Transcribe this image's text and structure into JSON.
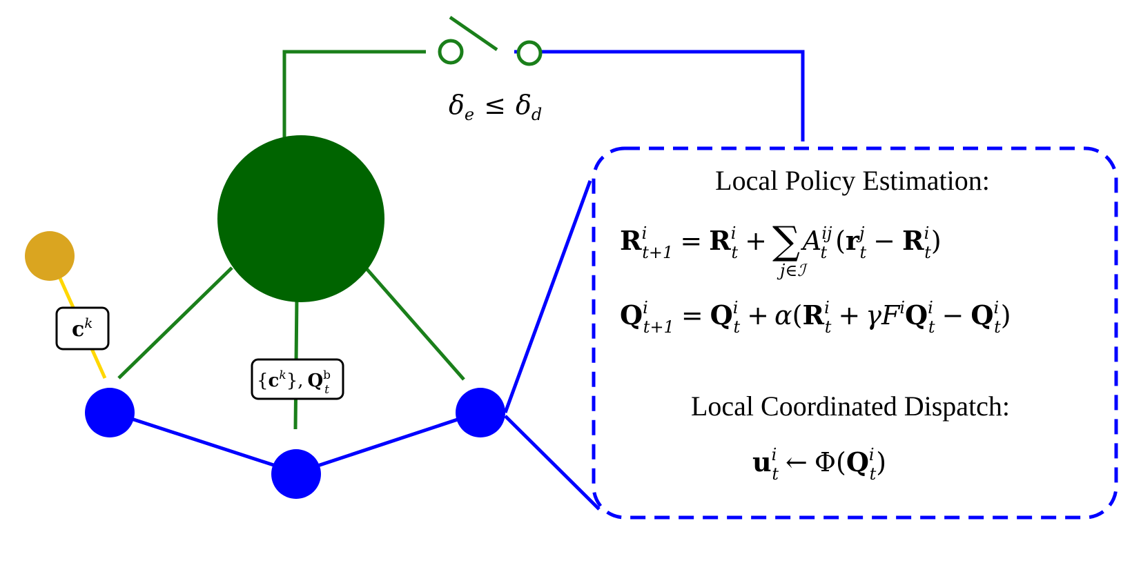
{
  "diagram": {
    "switch_condition": {
      "delta_e": "δ",
      "sub_e": "e",
      "leq": "≤",
      "delta_d": "δ",
      "sub_d": "d"
    },
    "yellow_edge_label": {
      "sym": "c",
      "sup": "k"
    },
    "center_edge_label": {
      "open": "{",
      "sym": "c",
      "sup": "k",
      "close": "},",
      "q": "Q",
      "q_sup": "b",
      "q_sub": "t"
    },
    "panel": {
      "title1": "Local Policy Estimation:",
      "eq1": {
        "lhs_sym": "R",
        "lhs_sup": "i",
        "lhs_sub": "t+1",
        "eq": "=",
        "r1": "R",
        "r1_sup": "i",
        "r1_sub": "t",
        "plus": "+",
        "sum": "∑",
        "sum_index": "j∈ℐ",
        "a": "A",
        "a_sup": "ij",
        "a_sub": "t",
        "lp": "(",
        "rj": "r",
        "rj_sup": "j",
        "rj_sub": "t",
        "minus": "−",
        "r2": "R",
        "r2_sup": "i",
        "r2_sub": "t",
        "rp": ")"
      },
      "eq2": {
        "lhs_sym": "Q",
        "lhs_sup": "i",
        "lhs_sub": "t+1",
        "eq": "=",
        "q1": "Q",
        "q1_sup": "i",
        "q1_sub": "t",
        "plus": "+",
        "alpha": "α",
        "lp": "(",
        "r": "R",
        "r_sup": "i",
        "r_sub": "t",
        "plus2": "+",
        "gamma": "γ",
        "f": "F",
        "f_sup": "i",
        "q2": "Q",
        "q2_sup": "i",
        "q2_sub": "t",
        "minus": "−",
        "q3": "Q",
        "q3_sup": "i",
        "q3_sub": "t",
        "rp": ")"
      },
      "title2": "Local Coordinated Dispatch:",
      "eq3": {
        "u": "u",
        "u_sup": "i",
        "u_sub": "t",
        "arrow": "←",
        "phi": "Φ",
        "lp": "(",
        "q": "Q",
        "q_sup": "i",
        "q_sub": "t",
        "rp": ")"
      }
    },
    "colors": {
      "green": "#006400",
      "green_line": "#1a7f1a",
      "blue": "#0000ff",
      "gold": "#daa520",
      "yellow_line": "#ffd700"
    }
  }
}
